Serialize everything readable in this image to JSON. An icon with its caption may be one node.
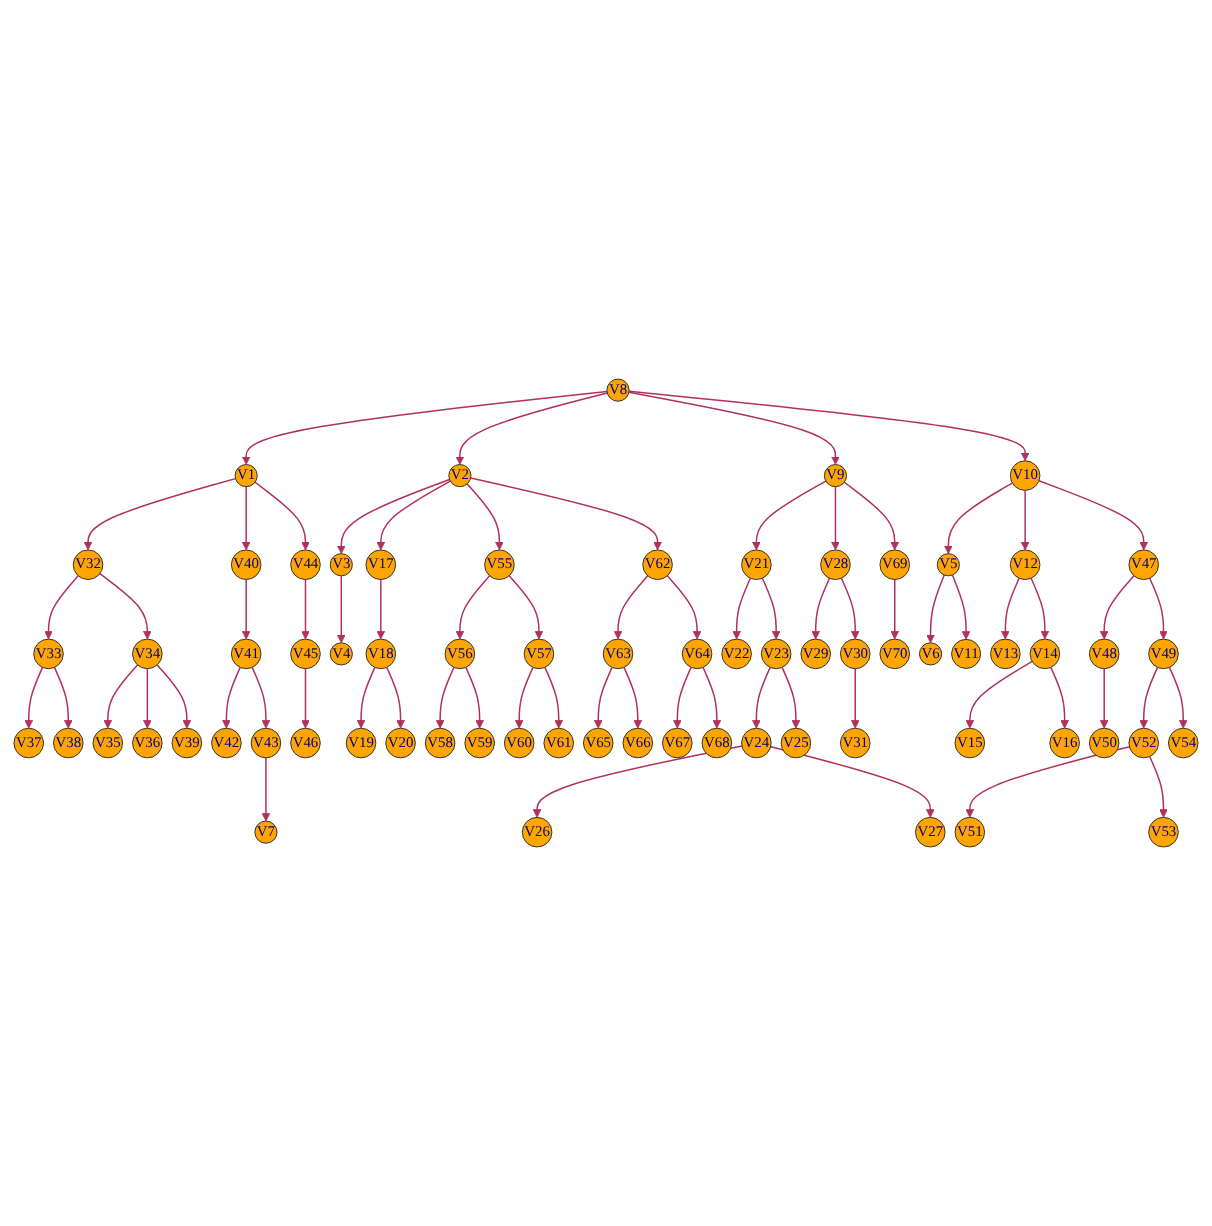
{
  "diagram": {
    "nodes": [
      {
        "text": [
          "V8"
        ]
      },
      {
        "text": [
          "V1"
        ]
      },
      {
        "text": [
          "V2"
        ]
      },
      {
        "text": [
          "V9"
        ]
      },
      {
        "text": [
          "V10"
        ]
      },
      {
        "text": [
          "V32"
        ]
      },
      {
        "text": [
          "V40"
        ]
      },
      {
        "text": [
          "V44"
        ]
      },
      {
        "text": [
          "V3"
        ]
      },
      {
        "text": [
          "V17"
        ]
      },
      {
        "text": [
          "V55"
        ]
      },
      {
        "text": [
          "V62"
        ]
      },
      {
        "text": [
          "V21"
        ]
      },
      {
        "text": [
          "V28"
        ]
      },
      {
        "text": [
          "V69"
        ]
      },
      {
        "text": [
          "V5"
        ]
      },
      {
        "text": [
          "V12"
        ]
      },
      {
        "text": [
          "V47"
        ]
      },
      {
        "text": [
          "V33"
        ]
      },
      {
        "text": [
          "V34"
        ]
      },
      {
        "text": [
          "V41"
        ]
      },
      {
        "text": [
          "V45"
        ]
      },
      {
        "text": [
          "V4"
        ]
      },
      {
        "text": [
          "V18"
        ]
      },
      {
        "text": [
          "V56"
        ]
      },
      {
        "text": [
          "V57"
        ]
      },
      {
        "text": [
          "V63"
        ]
      },
      {
        "text": [
          "V64"
        ]
      },
      {
        "text": [
          "V22"
        ]
      },
      {
        "text": [
          "V23"
        ]
      },
      {
        "text": [
          "V29"
        ]
      },
      {
        "text": [
          "V30"
        ]
      },
      {
        "text": [
          "V70"
        ]
      },
      {
        "text": [
          "V6"
        ]
      },
      {
        "text": [
          "V11"
        ]
      },
      {
        "text": [
          "V13"
        ]
      },
      {
        "text": [
          "V14"
        ]
      },
      {
        "text": [
          "V48"
        ]
      },
      {
        "text": [
          "V49"
        ]
      },
      {
        "text": [
          "V37"
        ]
      },
      {
        "text": [
          "V38"
        ]
      },
      {
        "text": [
          "V35"
        ]
      },
      {
        "text": [
          "V36"
        ]
      },
      {
        "text": [
          "V39"
        ]
      },
      {
        "text": [
          "V42"
        ]
      },
      {
        "text": [
          "V43"
        ]
      },
      {
        "text": [
          "V46"
        ]
      },
      {
        "text": [
          "V19"
        ]
      },
      {
        "text": [
          "V20"
        ]
      },
      {
        "text": [
          "V58"
        ]
      },
      {
        "text": [
          "V59"
        ]
      },
      {
        "text": [
          "V60"
        ]
      },
      {
        "text": [
          "V61"
        ]
      },
      {
        "text": [
          "V65"
        ]
      },
      {
        "text": [
          "V66"
        ]
      },
      {
        "text": [
          "V67"
        ]
      },
      {
        "text": [
          "V68"
        ]
      },
      {
        "text": [
          "V24"
        ]
      },
      {
        "text": [
          "V25"
        ]
      },
      {
        "text": [
          "V31"
        ]
      },
      {
        "text": [
          "V15"
        ]
      },
      {
        "text": [
          "V16"
        ]
      },
      {
        "text": [
          "V50"
        ]
      },
      {
        "text": [
          "V52"
        ]
      },
      {
        "text": [
          "V54"
        ]
      },
      {
        "text": [
          "V7"
        ]
      },
      {
        "text": [
          "V26"
        ]
      },
      {
        "text": [
          "V27"
        ]
      },
      {
        "text": [
          "V51"
        ]
      },
      {
        "text": [
          "V53"
        ]
      }
    ],
    "edges": [
      {
        "from": 0,
        "to": 1,
        "arrow": "to"
      },
      {
        "from": 0,
        "to": 2,
        "arrow": "to"
      },
      {
        "from": 0,
        "to": 3,
        "arrow": "to"
      },
      {
        "from": 0,
        "to": 4,
        "arrow": "to"
      },
      {
        "from": 1,
        "to": 5,
        "arrow": "to"
      },
      {
        "from": 1,
        "to": 6,
        "arrow": "to"
      },
      {
        "from": 1,
        "to": 7,
        "arrow": "to"
      },
      {
        "from": 2,
        "to": 8,
        "arrow": "to"
      },
      {
        "from": 2,
        "to": 9,
        "arrow": "to"
      },
      {
        "from": 2,
        "to": 10,
        "arrow": "to"
      },
      {
        "from": 2,
        "to": 11,
        "arrow": "to"
      },
      {
        "from": 3,
        "to": 12,
        "arrow": "to"
      },
      {
        "from": 3,
        "to": 13,
        "arrow": "to"
      },
      {
        "from": 3,
        "to": 14,
        "arrow": "to"
      },
      {
        "from": 4,
        "to": 15,
        "arrow": "to"
      },
      {
        "from": 4,
        "to": 16,
        "arrow": "to"
      },
      {
        "from": 4,
        "to": 17,
        "arrow": "to"
      },
      {
        "from": 5,
        "to": 18,
        "arrow": "to"
      },
      {
        "from": 5,
        "to": 19,
        "arrow": "to"
      },
      {
        "from": 6,
        "to": 20,
        "arrow": "to"
      },
      {
        "from": 7,
        "to": 21,
        "arrow": "to"
      },
      {
        "from": 8,
        "to": 22,
        "arrow": "to"
      },
      {
        "from": 9,
        "to": 23,
        "arrow": "to"
      },
      {
        "from": 10,
        "to": 24,
        "arrow": "to"
      },
      {
        "from": 10,
        "to": 25,
        "arrow": "to"
      },
      {
        "from": 11,
        "to": 26,
        "arrow": "to"
      },
      {
        "from": 11,
        "to": 27,
        "arrow": "to"
      },
      {
        "from": 12,
        "to": 28,
        "arrow": "to"
      },
      {
        "from": 12,
        "to": 29,
        "arrow": "to"
      },
      {
        "from": 13,
        "to": 30,
        "arrow": "to"
      },
      {
        "from": 13,
        "to": 31,
        "arrow": "to"
      },
      {
        "from": 14,
        "to": 32,
        "arrow": "to"
      },
      {
        "from": 15,
        "to": 33,
        "arrow": "to"
      },
      {
        "from": 15,
        "to": 34,
        "arrow": "to"
      },
      {
        "from": 16,
        "to": 35,
        "arrow": "to"
      },
      {
        "from": 16,
        "to": 36,
        "arrow": "to"
      },
      {
        "from": 17,
        "to": 37,
        "arrow": "to"
      },
      {
        "from": 17,
        "to": 38,
        "arrow": "to"
      },
      {
        "from": 18,
        "to": 39,
        "arrow": "to"
      },
      {
        "from": 18,
        "to": 40,
        "arrow": "to"
      },
      {
        "from": 19,
        "to": 41,
        "arrow": "to"
      },
      {
        "from": 19,
        "to": 42,
        "arrow": "to"
      },
      {
        "from": 19,
        "to": 43,
        "arrow": "to"
      },
      {
        "from": 20,
        "to": 44,
        "arrow": "to"
      },
      {
        "from": 20,
        "to": 45,
        "arrow": "to"
      },
      {
        "from": 21,
        "to": 46,
        "arrow": "to"
      },
      {
        "from": 23,
        "to": 47,
        "arrow": "to"
      },
      {
        "from": 23,
        "to": 48,
        "arrow": "to"
      },
      {
        "from": 24,
        "to": 49,
        "arrow": "to"
      },
      {
        "from": 24,
        "to": 50,
        "arrow": "to"
      },
      {
        "from": 25,
        "to": 51,
        "arrow": "to"
      },
      {
        "from": 25,
        "to": 52,
        "arrow": "to"
      },
      {
        "from": 26,
        "to": 53,
        "arrow": "to"
      },
      {
        "from": 26,
        "to": 54,
        "arrow": "to"
      },
      {
        "from": 27,
        "to": 55,
        "arrow": "to"
      },
      {
        "from": 27,
        "to": 56,
        "arrow": "to"
      },
      {
        "from": 29,
        "to": 57,
        "arrow": "to"
      },
      {
        "from": 29,
        "to": 58,
        "arrow": "to"
      },
      {
        "from": 31,
        "to": 59,
        "arrow": "to"
      },
      {
        "from": 36,
        "to": 60,
        "arrow": "to"
      },
      {
        "from": 36,
        "to": 61,
        "arrow": "to"
      },
      {
        "from": 37,
        "to": 62,
        "arrow": "to"
      },
      {
        "from": 38,
        "to": 63,
        "arrow": "to"
      },
      {
        "from": 38,
        "to": 64,
        "arrow": "to"
      },
      {
        "from": 45,
        "to": 65,
        "arrow": "to"
      },
      {
        "from": 57,
        "to": 66,
        "arrow": "to"
      },
      {
        "from": 57,
        "to": 67,
        "arrow": "to"
      },
      {
        "from": 63,
        "to": 68,
        "arrow": "to"
      },
      {
        "from": 63,
        "to": 69,
        "arrow": "to"
      }
    ]
  }
}
